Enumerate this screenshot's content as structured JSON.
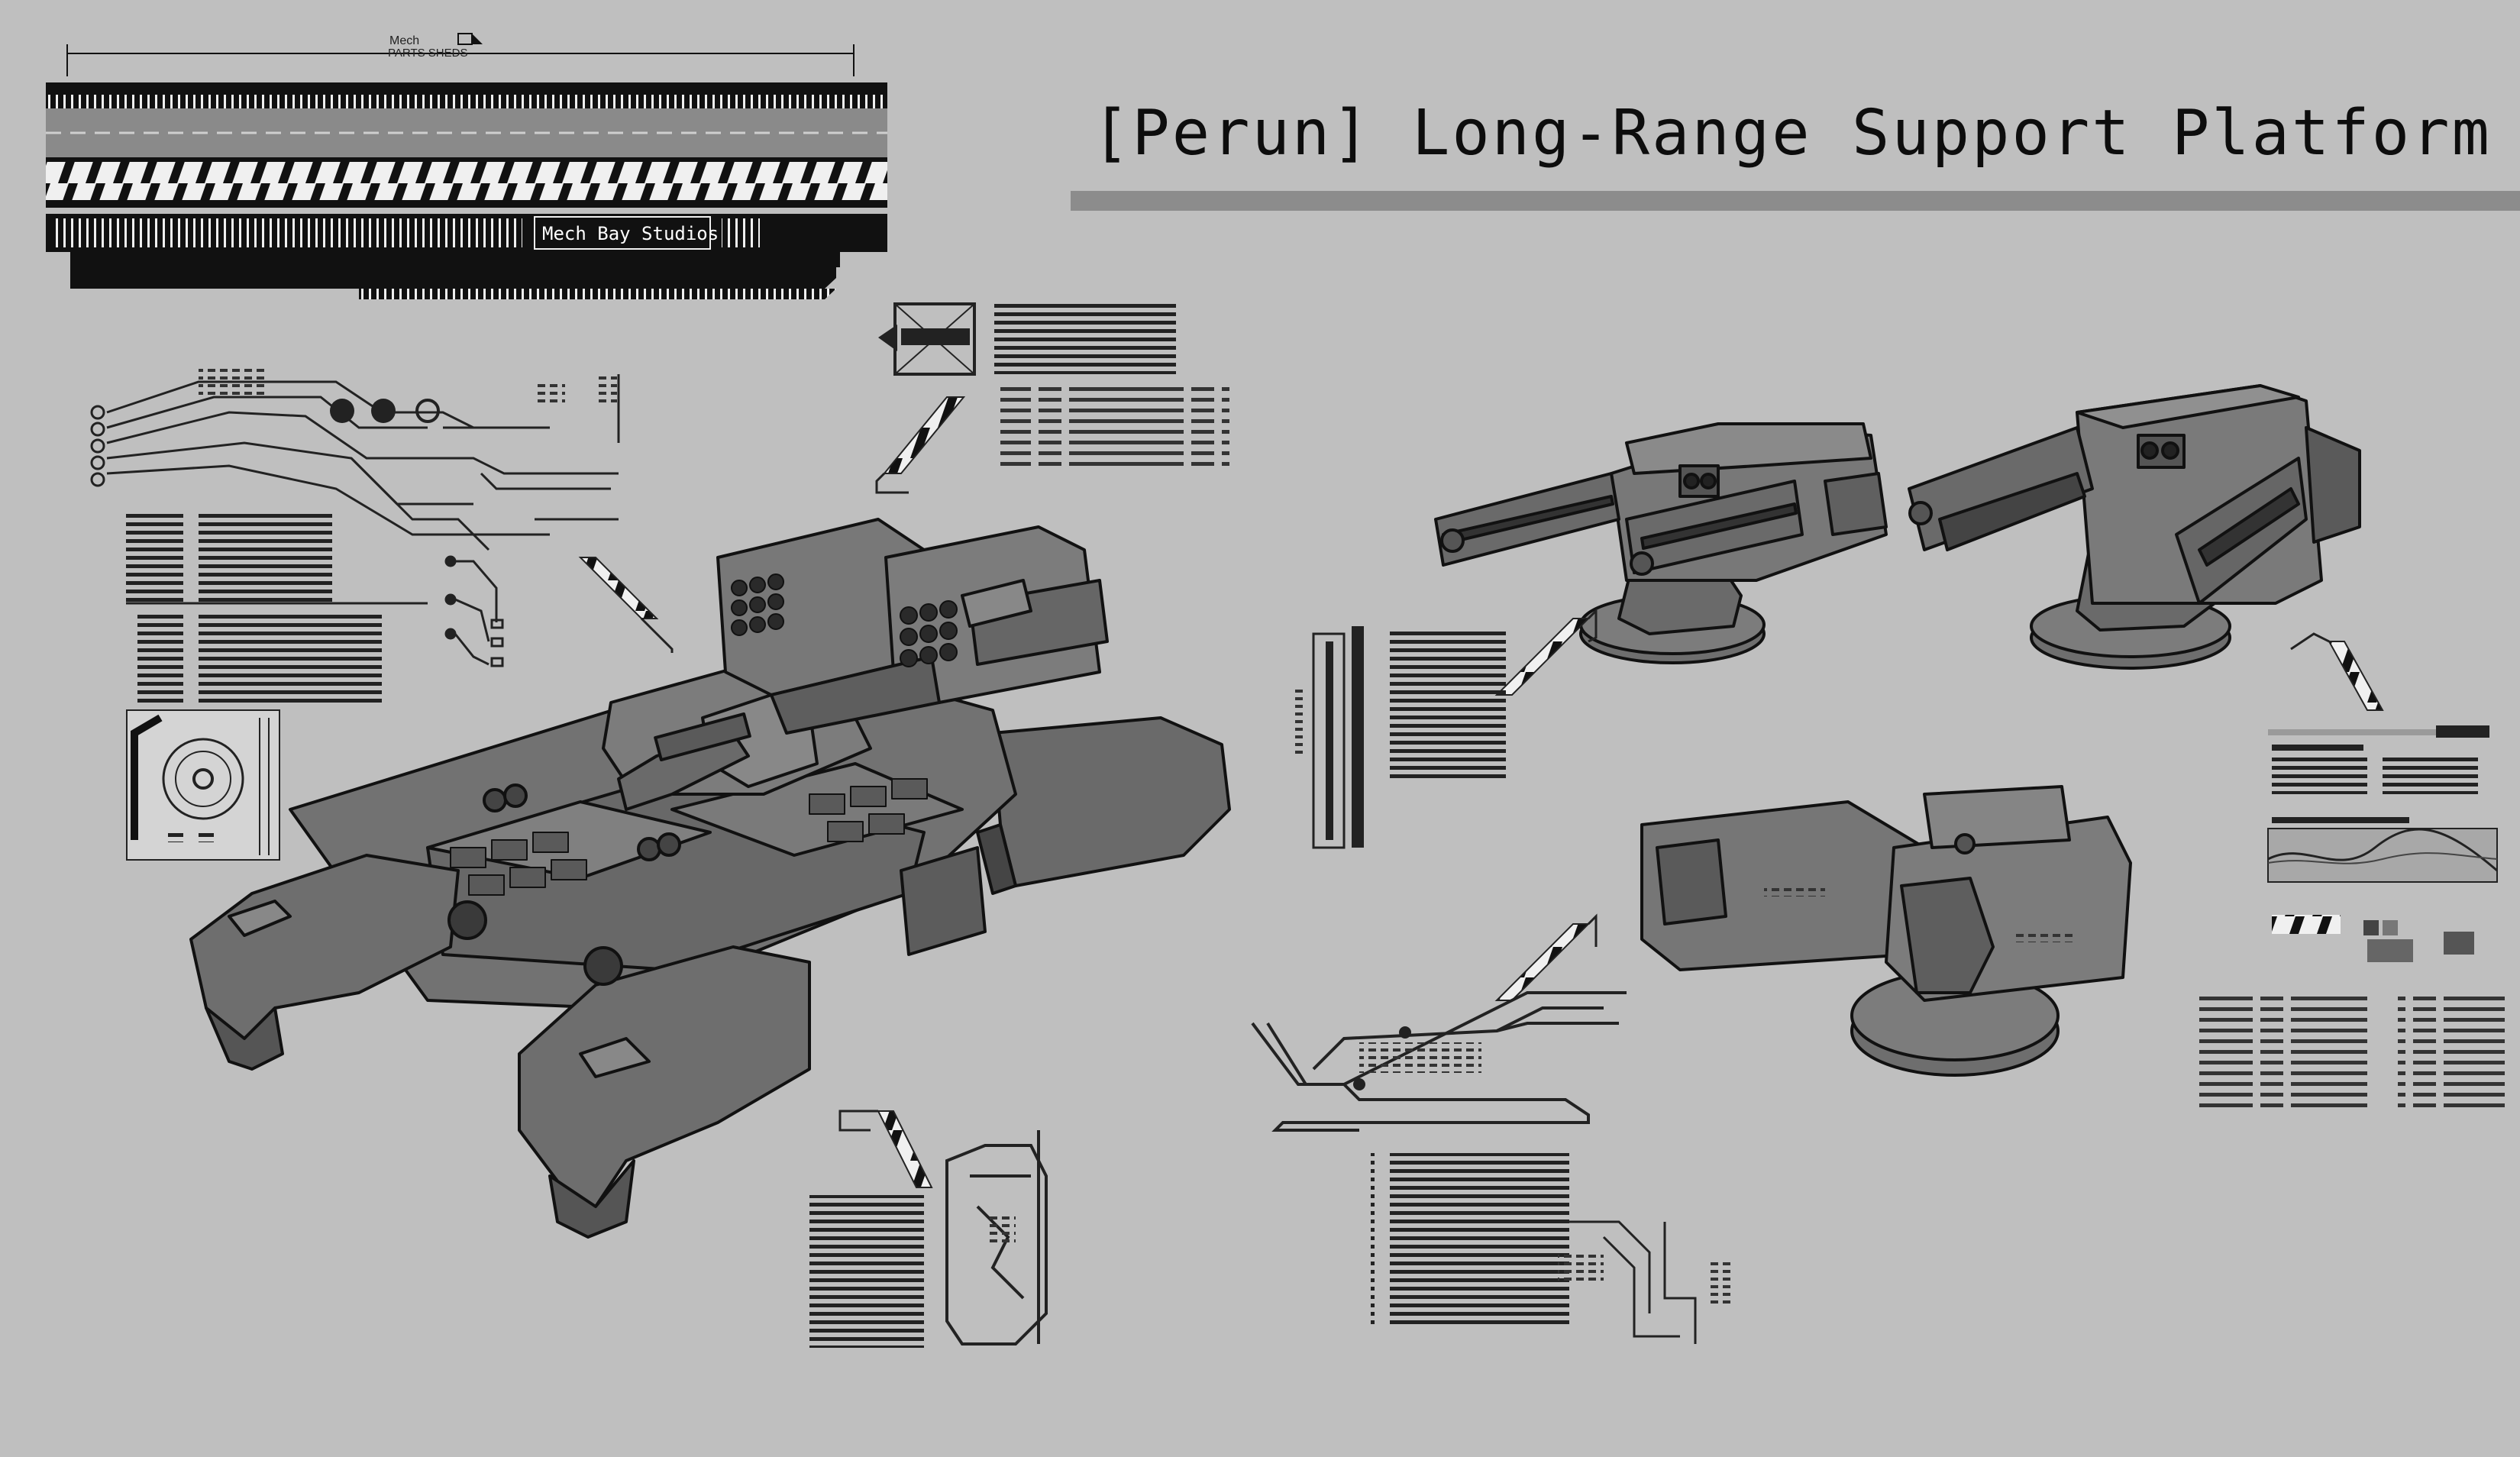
{
  "sheet": {
    "title": "[Perun] Long-Range Support Platform",
    "logo": {
      "line1": "Mech",
      "line2": "PARTS SHEDS",
      "plate": "Mech Bay Studios"
    }
  },
  "colors": {
    "background": "#bfbfbf",
    "model_fill": "#6e6e6e",
    "model_dark": "#454545",
    "model_light": "#8a8a8a",
    "outline": "#111111",
    "title_rule": "#8c8c8c"
  }
}
